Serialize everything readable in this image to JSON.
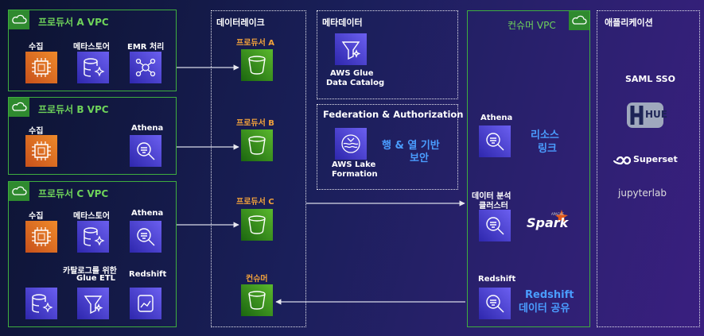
{
  "producer_a": {
    "title": "프로듀서  A VPC",
    "ingest": "수집",
    "metastore": "메타스토어",
    "emr": "EMR 처리"
  },
  "producer_b": {
    "title": "프로듀서 B VPC",
    "ingest": "수집",
    "athena": "Athena"
  },
  "producer_c": {
    "title": "프로듀서 C VPC",
    "ingest": "수집",
    "metastore": "메타스토어",
    "athena": "Athena",
    "glue_etl_line1": "카탈로그를 위한",
    "glue_etl_line2": "Glue ETL",
    "redshift": "Redshift"
  },
  "datalake": {
    "title": "데이터레이크",
    "bucket_a": "프로듀서 A",
    "bucket_b": "프로듀서 B",
    "bucket_c": "프로듀서 C",
    "bucket_consumer": "컨슈머"
  },
  "metadata": {
    "title": "메타데이터",
    "glue_line1": "AWS Glue",
    "glue_line2": "Data Catalog"
  },
  "federation": {
    "title": "Federation & Authorization",
    "lf_line1": "AWS Lake",
    "lf_line2": "Formation",
    "security_line1": "행 & 열 기반",
    "security_line2": "보안"
  },
  "consumer": {
    "title": "컨슈머  VPC",
    "athena": "Athena",
    "resource_link_line1": "리소스",
    "resource_link_line2": "링크",
    "cluster_line1": "데이터 분석",
    "cluster_line2": "클러스터",
    "spark_small": "APACHE",
    "spark": "Spark",
    "redshift": "Redshift",
    "redshift_share_line1": "Redshift",
    "redshift_share_line2": "데이터 공유"
  },
  "apps": {
    "title": "애플리케이션",
    "saml": "SAML SSO",
    "hue": "HUE",
    "superset": "Superset",
    "jupyter": "jupyterlab"
  },
  "colors": {
    "vpc_border": "#3fae3f",
    "orange_label": "#f2a23b",
    "accent_blue": "#4a9dff"
  }
}
